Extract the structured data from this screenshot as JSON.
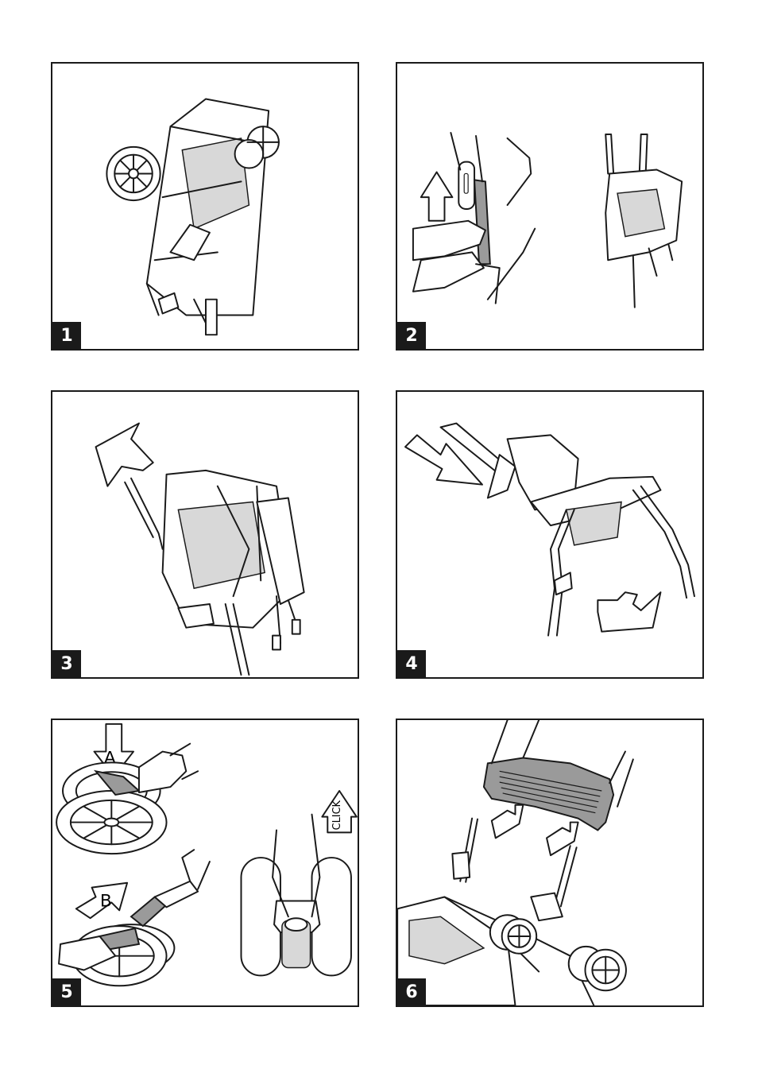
{
  "panels": [
    {
      "number": "1"
    },
    {
      "number": "2"
    },
    {
      "number": "3"
    },
    {
      "number": "4"
    },
    {
      "number": "5",
      "labels": {
        "a": "A",
        "b": "B",
        "click": "CLICK"
      }
    },
    {
      "number": "6"
    }
  ]
}
